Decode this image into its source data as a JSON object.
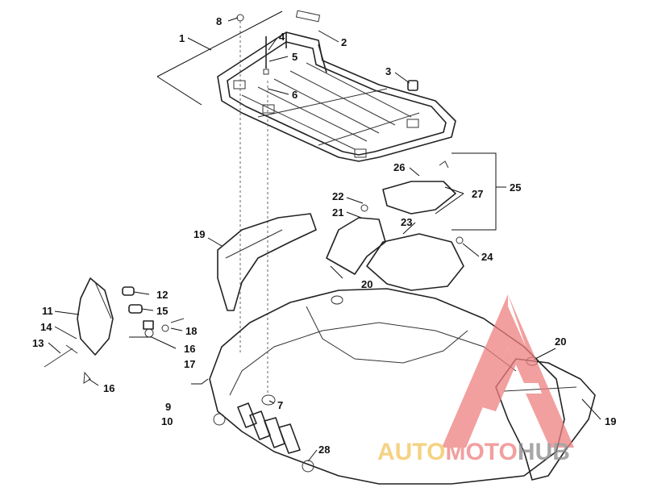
{
  "diagram": {
    "callouts": [
      {
        "id": "c1",
        "label": "1"
      },
      {
        "id": "c2",
        "label": "2"
      },
      {
        "id": "c3",
        "label": "3"
      },
      {
        "id": "c4",
        "label": "4"
      },
      {
        "id": "c5",
        "label": "5"
      },
      {
        "id": "c6",
        "label": "6"
      },
      {
        "id": "c7",
        "label": "7"
      },
      {
        "id": "c8",
        "label": "8"
      },
      {
        "id": "c9",
        "label": "9"
      },
      {
        "id": "c10",
        "label": "10"
      },
      {
        "id": "c11",
        "label": "11"
      },
      {
        "id": "c12",
        "label": "12"
      },
      {
        "id": "c13",
        "label": "13"
      },
      {
        "id": "c14",
        "label": "14"
      },
      {
        "id": "c15",
        "label": "15"
      },
      {
        "id": "c16a",
        "label": "16"
      },
      {
        "id": "c16b",
        "label": "16"
      },
      {
        "id": "c17",
        "label": "17"
      },
      {
        "id": "c18",
        "label": "18"
      },
      {
        "id": "c19a",
        "label": "19"
      },
      {
        "id": "c19b",
        "label": "19"
      },
      {
        "id": "c20a",
        "label": "20"
      },
      {
        "id": "c20b",
        "label": "20"
      },
      {
        "id": "c21",
        "label": "21"
      },
      {
        "id": "c22",
        "label": "22"
      },
      {
        "id": "c23",
        "label": "23"
      },
      {
        "id": "c24",
        "label": "24"
      },
      {
        "id": "c25",
        "label": "25"
      },
      {
        "id": "c26",
        "label": "26"
      },
      {
        "id": "c27",
        "label": "27"
      },
      {
        "id": "c28",
        "label": "28"
      }
    ]
  },
  "watermark": {
    "part1": "AUTO",
    "part2": "MOTO",
    "part3": "HUB",
    "color_yellow": "#f2c35a",
    "color_red": "#ee7f7f",
    "color_gray": "#8a8a8a"
  }
}
